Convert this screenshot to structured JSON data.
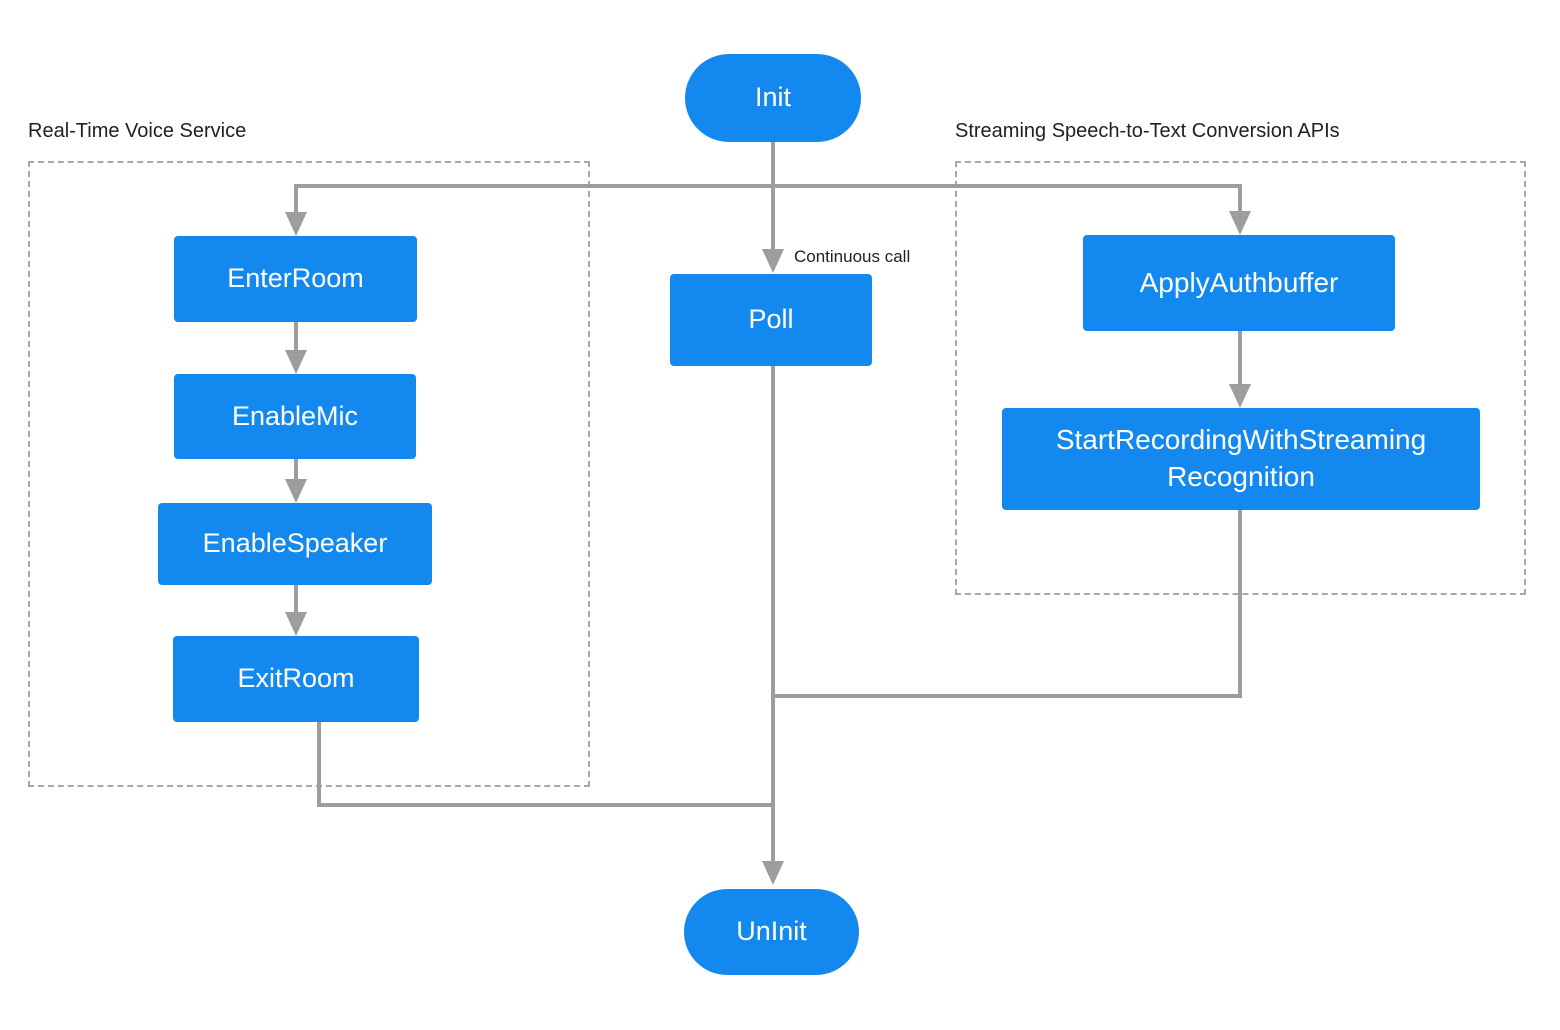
{
  "groups": {
    "voice": {
      "title": "Real-Time Voice Service"
    },
    "stt": {
      "title": "Streaming Speech-to-Text Conversion APIs"
    }
  },
  "nodes": {
    "init": {
      "label": "Init"
    },
    "poll": {
      "label": "Poll"
    },
    "enter_room": {
      "label": "EnterRoom"
    },
    "enable_mic": {
      "label": "EnableMic"
    },
    "enable_speaker": {
      "label": "EnableSpeaker"
    },
    "exit_room": {
      "label": "ExitRoom"
    },
    "apply_authbuffer": {
      "label": "ApplyAuthbuffer"
    },
    "start_recording": {
      "label_line1": "StartRecordingWithStreaming",
      "label_line2": "Recognition"
    },
    "uninit": {
      "label": "UnInit"
    }
  },
  "annotations": {
    "continuous_call": "Continuous call"
  },
  "colors": {
    "node_fill": "#1389f0",
    "node_text": "#ffffff",
    "connector": "#9d9d9d",
    "group_border": "#a8a8a8",
    "text": "#212121",
    "bg": "#ffffff"
  }
}
